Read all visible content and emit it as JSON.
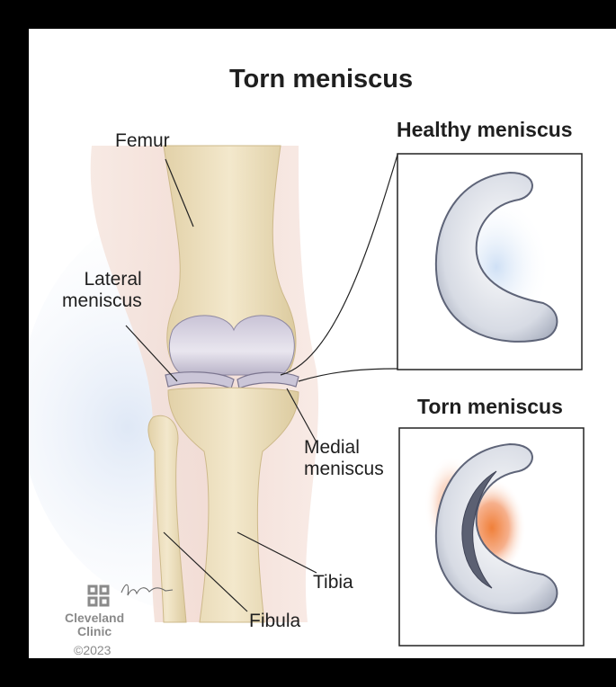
{
  "title": "Torn meniscus",
  "panels": {
    "healthy": {
      "title": "Healthy meniscus"
    },
    "torn": {
      "title": "Torn meniscus"
    }
  },
  "labels": {
    "femur": "Femur",
    "lateral_meniscus": [
      "Lateral",
      "meniscus"
    ],
    "medial_meniscus": [
      "Medial",
      "meniscus"
    ],
    "tibia": "Tibia",
    "fibula": "Fibula"
  },
  "credit": {
    "brand_line1": "Cleveland",
    "brand_line2": "Clinic",
    "copyright": "©2023",
    "signature": "Sramasz"
  },
  "colors": {
    "bone": "#eee2c2",
    "cartilage": "#d9d6e2",
    "skin": "#f2ddd6",
    "inflammation": "#f07a3a",
    "frame": "#000000"
  }
}
